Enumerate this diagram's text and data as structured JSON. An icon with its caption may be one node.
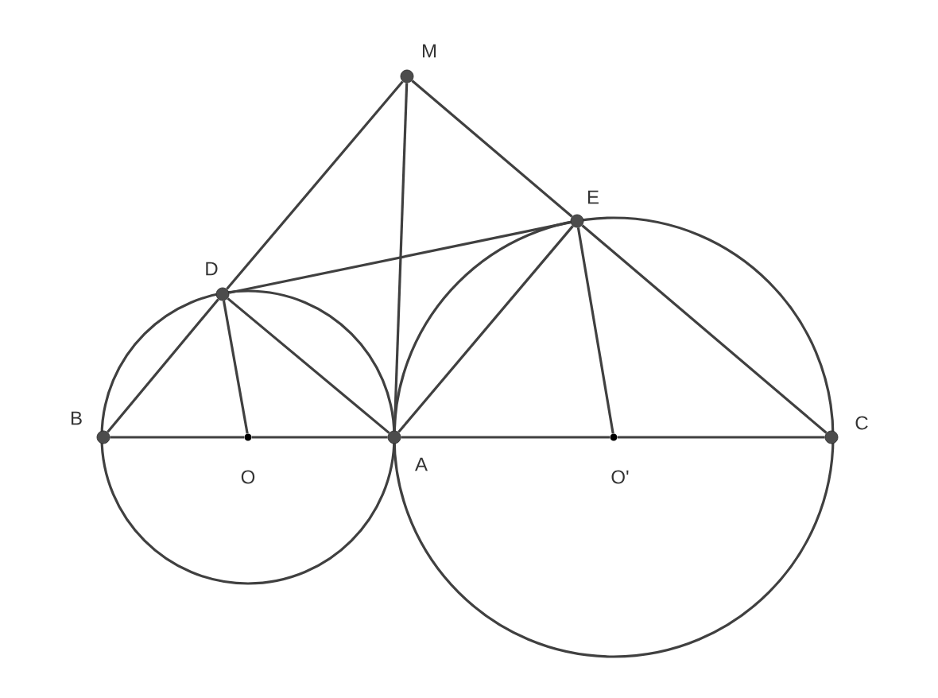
{
  "diagram": {
    "nodes": [
      {
        "text": [
          "M"
        ]
      },
      {
        "text": [
          "E"
        ]
      },
      {
        "text": [
          "D"
        ]
      },
      {
        "text": [
          "B"
        ]
      },
      {
        "text": [
          "O"
        ]
      },
      {
        "text": [
          "A"
        ]
      },
      {
        "text": [
          "O'"
        ]
      },
      {
        "text": [
          "C"
        ]
      }
    ],
    "edges": [
      {
        "from": 3,
        "to": 2,
        "arrow": "none"
      },
      {
        "from": 2,
        "to": 0,
        "arrow": "none"
      },
      {
        "from": 0,
        "to": 5,
        "arrow": "none"
      },
      {
        "from": 0,
        "to": 1,
        "arrow": "none"
      },
      {
        "from": 1,
        "to": 7,
        "arrow": "none"
      },
      {
        "from": 2,
        "to": 1,
        "arrow": "none"
      },
      {
        "from": 2,
        "to": 5,
        "arrow": "none"
      },
      {
        "from": 2,
        "to": 4,
        "arrow": "none"
      },
      {
        "from": 1,
        "to": 5,
        "arrow": "none"
      },
      {
        "from": 1,
        "to": 6,
        "arrow": "none"
      },
      {
        "from": 3,
        "to": 4,
        "arrow": "none"
      },
      {
        "from": 4,
        "to": 5,
        "arrow": "none"
      },
      {
        "from": 5,
        "to": 6,
        "arrow": "none"
      },
      {
        "from": 6,
        "to": 7,
        "arrow": "none"
      }
    ]
  }
}
